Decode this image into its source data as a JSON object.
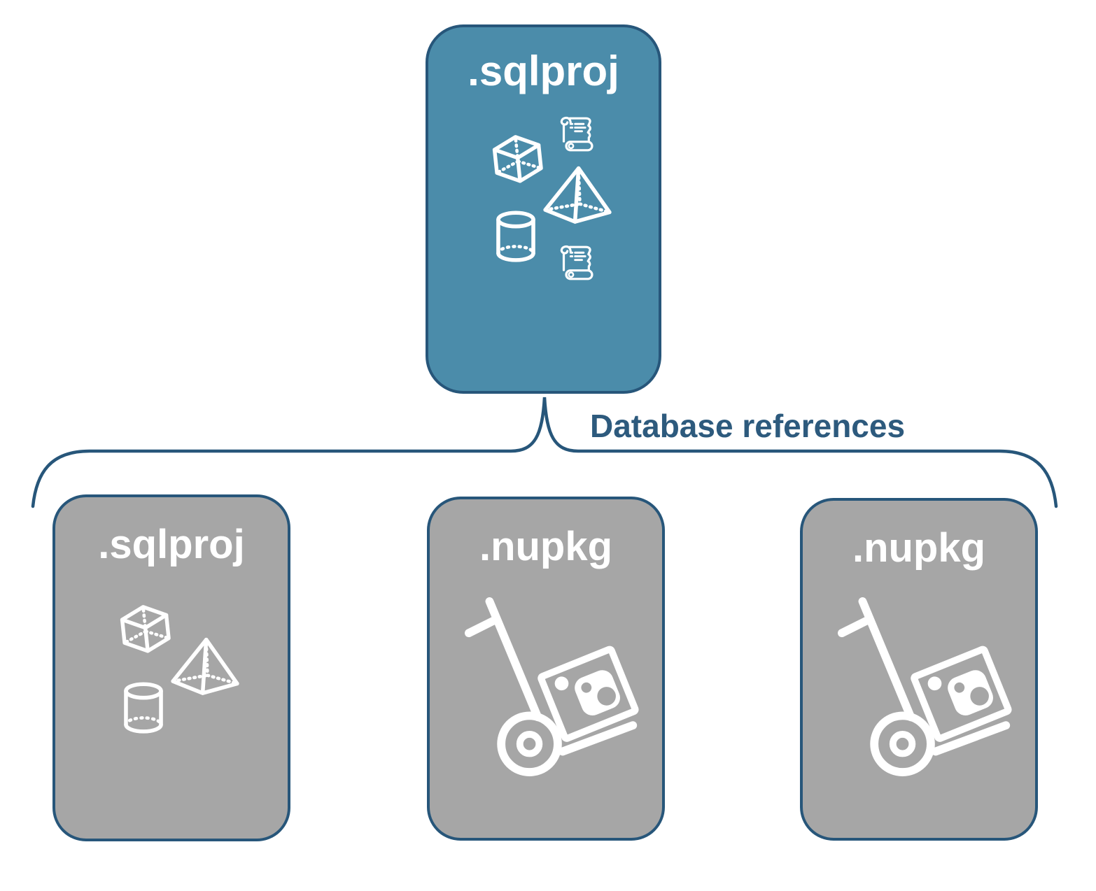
{
  "page": {
    "background": "#ffffff"
  },
  "connector": {
    "label": "Database references",
    "line_color": "#27567a",
    "text_color": "#2d5a7d"
  },
  "cards": {
    "parent": {
      "label": ".sqlproj",
      "fill": "#4b8caa",
      "border": "#27567a",
      "icons": [
        "scroll-icon",
        "cube-icon",
        "pyramid-icon",
        "cylinder-icon",
        "scroll-icon"
      ]
    },
    "children": [
      {
        "label": ".sqlproj",
        "fill": "#a6a6a6",
        "border": "#27567a",
        "icons": [
          "cube-icon",
          "pyramid-icon",
          "cylinder-icon"
        ]
      },
      {
        "label": ".nupkg",
        "fill": "#a6a6a6",
        "border": "#27567a",
        "icons": [
          "hand-truck-package-icon"
        ]
      },
      {
        "label": ".nupkg",
        "fill": "#a6a6a6",
        "border": "#27567a",
        "icons": [
          "hand-truck-package-icon"
        ]
      }
    ]
  }
}
